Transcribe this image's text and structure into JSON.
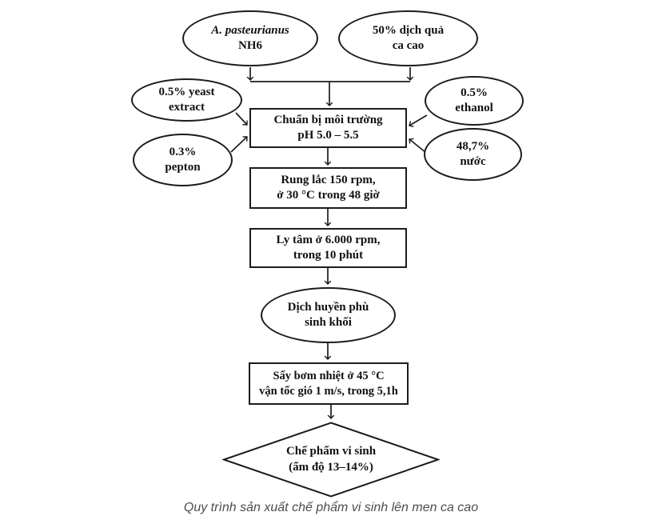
{
  "caption": "Quy trình sản xuất chế phẩm vi sinh lên men ca cao",
  "nodes": {
    "strain": {
      "line1": "A. pasteurianus",
      "line2": "NH6"
    },
    "cocoa_juice": {
      "line1": "50% dịch quả",
      "line2": "ca cao"
    },
    "yeast_extract": {
      "line1": "0.5% yeast",
      "line2": "extract"
    },
    "pepton": {
      "line1": "0.3%",
      "line2": "pepton"
    },
    "ethanol": {
      "line1": "0.5%",
      "line2": "ethanol"
    },
    "water": {
      "line1": "48,7%",
      "line2": "nước"
    },
    "medium": {
      "line1": "Chuẩn bị môi trường",
      "line2": "pH 5.0 – 5.5"
    },
    "shaking": {
      "line1": "Rung lắc 150 rpm,",
      "line2": "ở 30 °C trong 48 giờ"
    },
    "centrifuge": {
      "line1": "Ly tâm ở 6.000 rpm,",
      "line2": "trong 10 phút"
    },
    "suspension": {
      "line1": "Dịch huyền phù",
      "line2": "sinh khối"
    },
    "drying": {
      "line1": "Sấy bơm nhiệt ở 45 °C",
      "line2": "vận tốc gió 1 m/s, trong 5,1h"
    },
    "product": {
      "line1": "Chế phẩm vi sinh",
      "line2": "(ẩm độ 13–14%)"
    }
  },
  "colors": {
    "line": "#1c1c1c",
    "text": "#111111",
    "caption_text": "#4d4d4d",
    "background": "#ffffff"
  }
}
